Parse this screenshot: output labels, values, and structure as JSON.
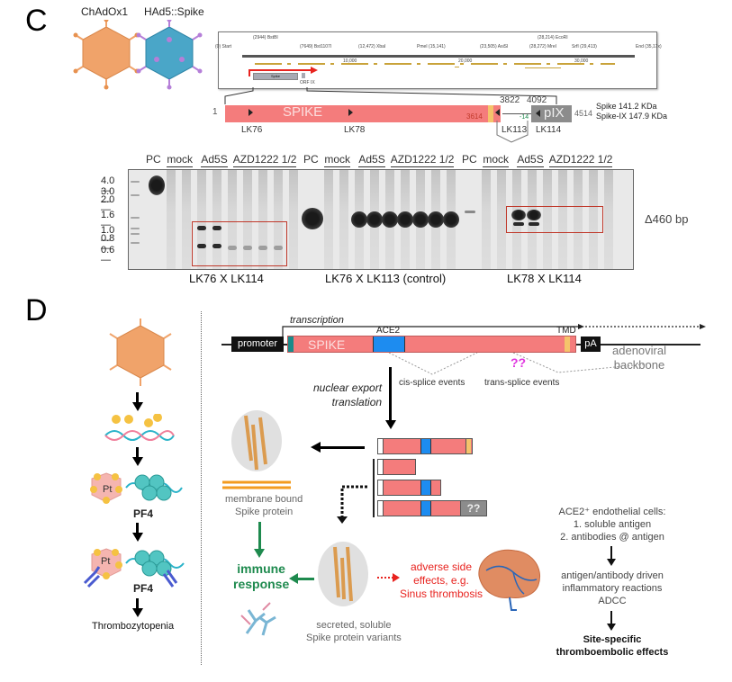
{
  "panels": {
    "c_letter": "C",
    "d_letter": "D"
  },
  "vectors": {
    "chadox1": "ChAdOx1",
    "had5_spike": "HAd5::Spike",
    "colors": {
      "chadox1": "#f0a36a",
      "had5": "#4aa6c8",
      "had5_fiber": "#b57fd8"
    }
  },
  "genome_map": {
    "sites": [
      {
        "label": "(0) Start"
      },
      {
        "label": "(2944) BstBI"
      },
      {
        "label": "(7649) Bst1107I"
      },
      {
        "label": "(12,472) XbaI"
      },
      {
        "label": "PmeI (15,141)"
      },
      {
        "label": "(23,505) AsiSI"
      },
      {
        "label": "(28,214) EcoRI"
      },
      {
        "label": "(28,272) MreI"
      },
      {
        "label": "SrfI (29,413)"
      },
      {
        "label": "End (35,17x)"
      }
    ],
    "ticks": [
      "10,000",
      "20,000",
      "30,000"
    ],
    "spike_label": "Spike",
    "orf_label": "ORF IX"
  },
  "construct": {
    "start": "1",
    "spike": "SPIKE",
    "pos_3614": "3614",
    "pos_3822": "3822",
    "pos_4092": "4092",
    "gap": "-14",
    "pix": "pIX",
    "end": "4514",
    "primers": [
      "LK76",
      "LK78",
      "LK113",
      "LK114"
    ],
    "mass_spike": "Spike 141.2 KDa",
    "mass_spike_ix": "Spike-IX 147.9 KDa",
    "colors": {
      "spike": "#f47c7c",
      "tmd": "#f5c36b",
      "pix": "#8c8c8c"
    }
  },
  "gels": {
    "ladder": [
      "4.0",
      "3.0",
      "2.0",
      "1.6",
      "1.0",
      "0.8",
      "0.6"
    ],
    "lane_groups": [
      "PC",
      "mock",
      "Ad5S",
      "AZD1222 1/2"
    ],
    "captions": [
      "LK76 X LK114",
      "LK76 X LK113 (control)",
      "LK78 X LK114"
    ],
    "delta_label": "Δ460 bp"
  },
  "panel_d": {
    "left": {
      "pf4_1": "PF4",
      "pf4_2": "PF4",
      "pt_1": "Pt",
      "pt_2": "Pt",
      "outcome": "Thrombozytopenia"
    },
    "transcription": "transcription",
    "promoter": "promoter",
    "spike": "SPIKE",
    "ace2": "ACE2",
    "tmd": "TMD",
    "pa": "pA",
    "backbone_1": "adenoviral",
    "backbone_2": "backbone",
    "question": "??",
    "cis": "cis-splice events",
    "trans": "trans-splice events",
    "nuclear_1": "nuclear export",
    "nuclear_2": "translation",
    "membrane_1": "membrane bound",
    "membrane_2": "Spike protein",
    "immune_1": "immune",
    "immune_2": "response",
    "secreted_1": "secreted, soluble",
    "secreted_2": "Spike protein variants",
    "adverse_1": "adverse side",
    "adverse_2": "effects, e.g.",
    "adverse_3": "Sinus thrombosis",
    "variant_question": "??",
    "ace2_cells": "ACE2⁺ endothelial cells:",
    "item1": "1. soluble antigen",
    "item2": "2. antibodies @ antigen",
    "driven_1": "antigen/antibody driven",
    "driven_2": "inflammatory reactions",
    "adcc": "ADCC",
    "site_1": "Site-specific",
    "site_2": "thromboembolic effects",
    "colors": {
      "green": "#1e8a4e",
      "red": "#e8231f",
      "magenta": "#e036e0",
      "blue": "#1d8cf0",
      "teal": "#1a8a8a"
    }
  }
}
